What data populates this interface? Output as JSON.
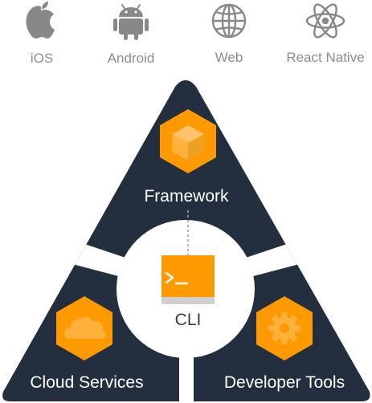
{
  "platforms": [
    {
      "label": "iOS",
      "icon": "apple-icon"
    },
    {
      "label": "Android",
      "icon": "android-icon"
    },
    {
      "label": "Web",
      "icon": "globe-icon"
    },
    {
      "label": "React Native",
      "icon": "react-icon"
    }
  ],
  "segments": {
    "framework": {
      "label": "Framework",
      "icon": "cube-icon"
    },
    "cloud_services": {
      "label": "Cloud Services",
      "icon": "cloud-icon"
    },
    "developer_tools": {
      "label": "Developer Tools",
      "icon": "gear-icon"
    }
  },
  "center": {
    "label": "CLI",
    "icon": "terminal-icon"
  },
  "colors": {
    "navy": "#232f3e",
    "orange": "#ff9900",
    "orange_light": "#ffb13b",
    "gray_icon": "#888888",
    "white": "#ffffff"
  }
}
